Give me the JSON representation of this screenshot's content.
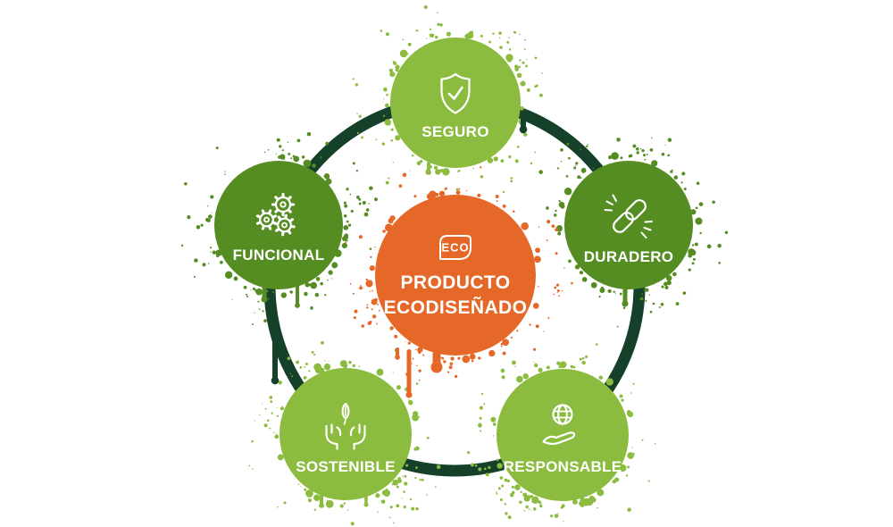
{
  "center": {
    "badge_label": "ECO",
    "title_lines": [
      "PRODUCTO",
      "ECODISEÑADO"
    ]
  },
  "nodes": [
    {
      "id": "seguro",
      "label": "SEGURO",
      "icon": "shield-check-icon",
      "tone": "light-green"
    },
    {
      "id": "funcional",
      "label": "FUNCIONAL",
      "icon": "gears-icon",
      "tone": "dark-green"
    },
    {
      "id": "duradero",
      "label": "DURADERO",
      "icon": "chain-link-icon",
      "tone": "dark-green"
    },
    {
      "id": "sostenible",
      "label": "SOSTENIBLE",
      "icon": "hands-holding-leaf-icon",
      "tone": "light-green"
    },
    {
      "id": "responsable",
      "label": "RESPONSABLE",
      "icon": "hand-holding-globe-icon",
      "tone": "light-green"
    }
  ],
  "colors": {
    "light_green": "#8CBC3F",
    "dark_green": "#568D23",
    "orange": "#E56829",
    "ring_dark_green": "#15402A",
    "text": "#FFFFFF",
    "background": "#FFFFFF"
  }
}
